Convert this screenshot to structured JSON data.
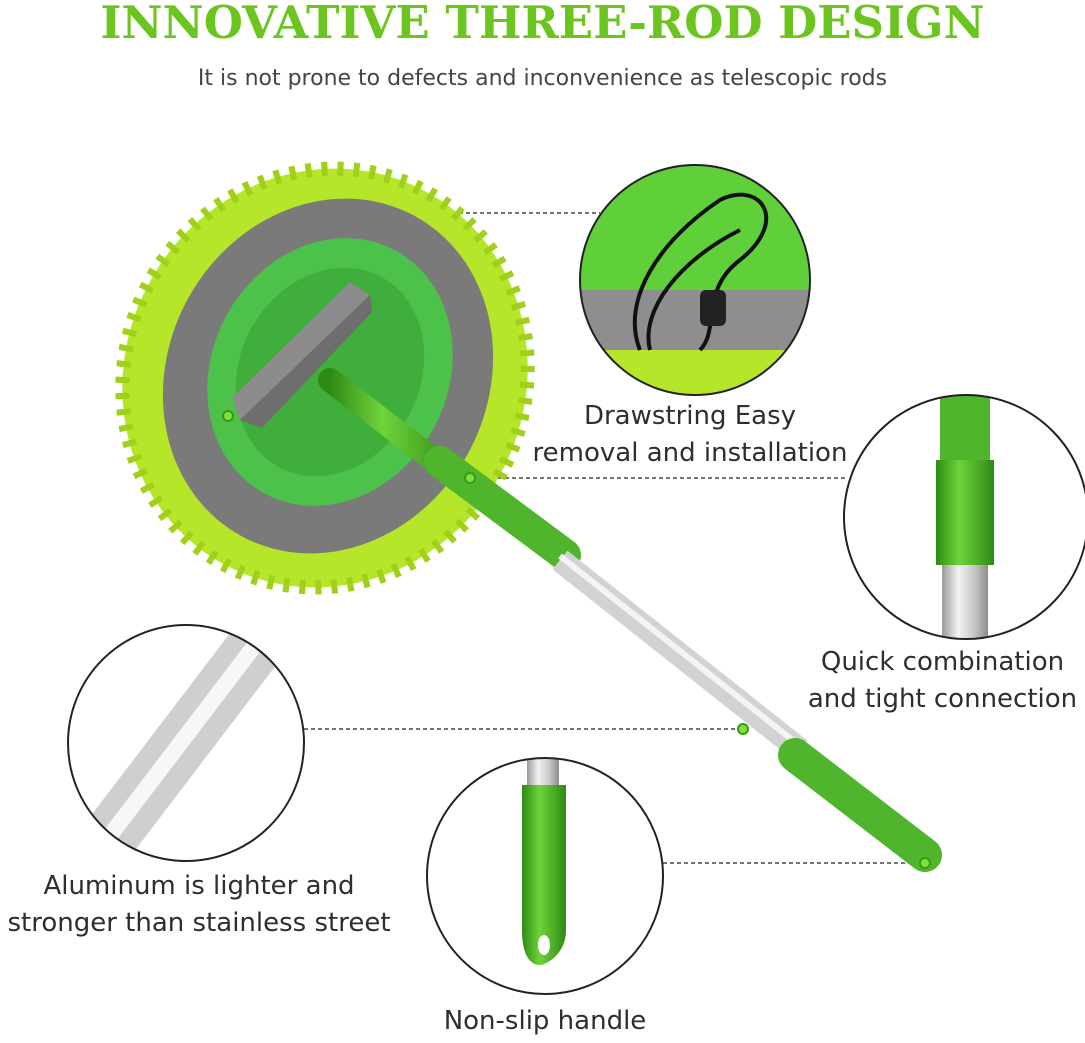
{
  "header": {
    "title": "INNOVATIVE THREE-ROD DESIGN",
    "subtitle": "It is not prone to defects and inconvenience as telescopic rods"
  },
  "callouts": {
    "drawstring": [
      "Drawstring Easy",
      "removal and installation"
    ],
    "connection": [
      "Quick combination",
      "and tight connection"
    ],
    "aluminum": [
      "Aluminum is lighter and",
      "stronger than stainless street"
    ],
    "handle": "Non-slip handle"
  },
  "colors": {
    "accent": "#6cc51f",
    "rod_green": "#4fb52c",
    "chenille": "#b6e62a",
    "cover_gray": "#787878",
    "aluminum": "#d8d8d8"
  }
}
